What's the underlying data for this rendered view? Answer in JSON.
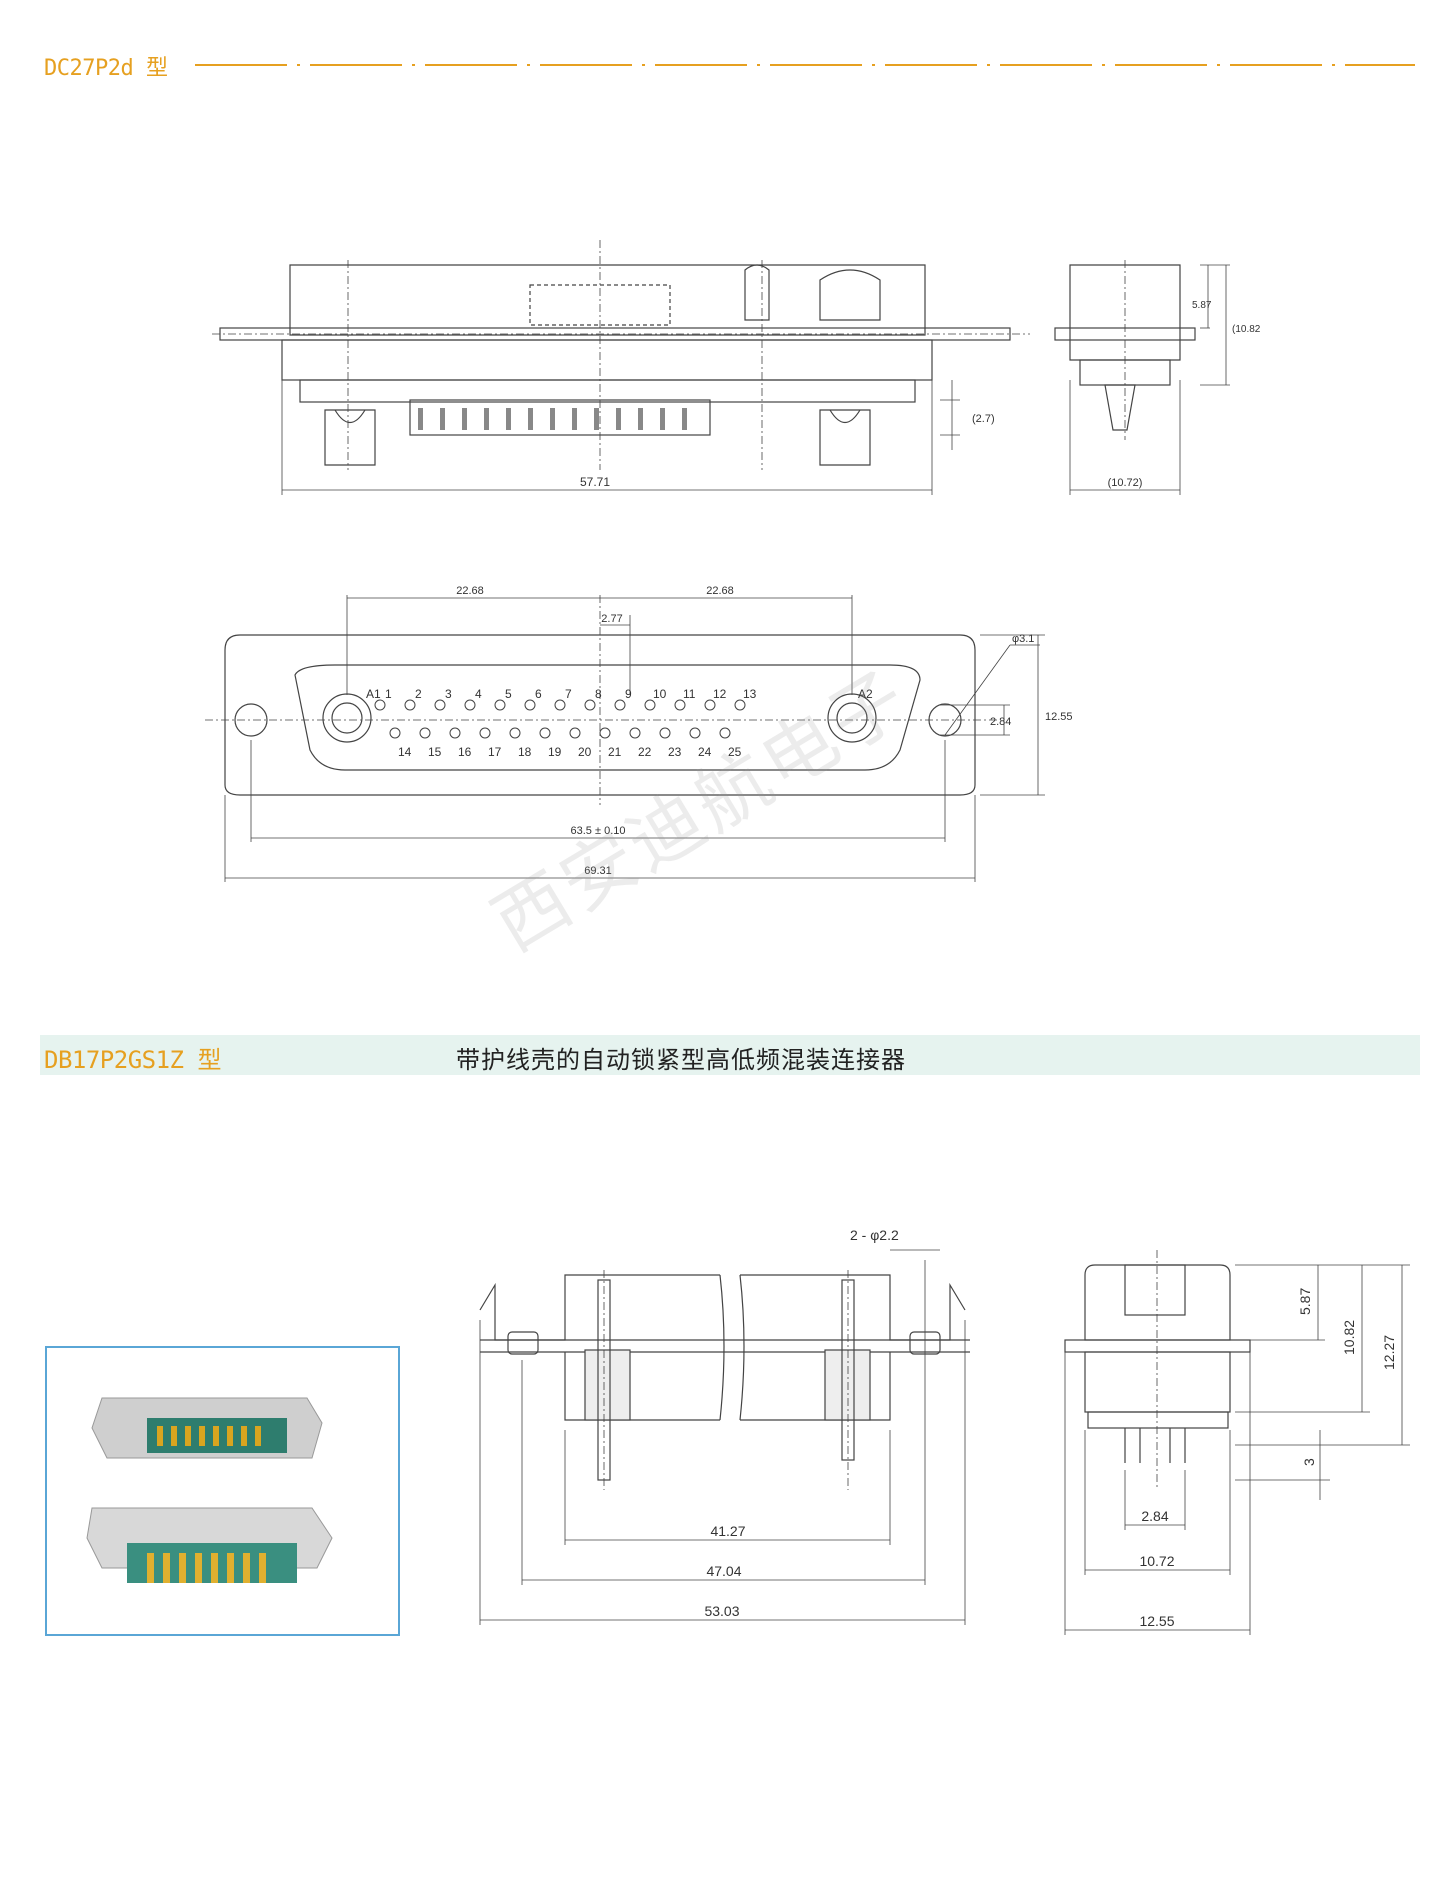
{
  "header": {
    "model": "DC27P2d 型"
  },
  "drawing1": {
    "dims": {
      "overall_width": "57.71",
      "height_587": "5.87",
      "height_1082": "(10.82)",
      "pin_27": "(2.7)",
      "depth_1072": "(10.72)"
    }
  },
  "drawing2": {
    "dims": {
      "half_left": "22.68",
      "half_right": "22.68",
      "pitch": "2.77",
      "hole_dia": "φ3.1",
      "row_gap": "2.84",
      "flange_height": "12.55",
      "mount_spacing": "63.5 ± 0.10",
      "flange_width": "69.31"
    },
    "pins_top": [
      "1",
      "2",
      "3",
      "4",
      "5",
      "6",
      "7",
      "8",
      "9",
      "10",
      "11",
      "12",
      "13"
    ],
    "pins_bottom": [
      "14",
      "15",
      "16",
      "17",
      "18",
      "19",
      "20",
      "21",
      "22",
      "23",
      "24",
      "25"
    ],
    "coax_left": "A1",
    "coax_right": "A2"
  },
  "watermark": "西安迪航电子",
  "section2": {
    "model": "DB17P2GS1Z 型",
    "subtitle": "带护线壳的自动锁紧型高低频混装连接器"
  },
  "drawing3": {
    "dims": {
      "holes": "2 - φ2.2",
      "w4127": "41.27",
      "w4704": "47.04",
      "w5303": "53.03"
    }
  },
  "drawing4": {
    "dims": {
      "h587": "5.87",
      "h1082": "10.82",
      "h1227": "12.27",
      "h3": "3",
      "w284": "2.84",
      "w1072": "10.72",
      "w1255": "12.55"
    }
  },
  "colors": {
    "accent": "#e6a020",
    "band": "#e6f3ef",
    "photo_border": "#5aa6d6"
  }
}
